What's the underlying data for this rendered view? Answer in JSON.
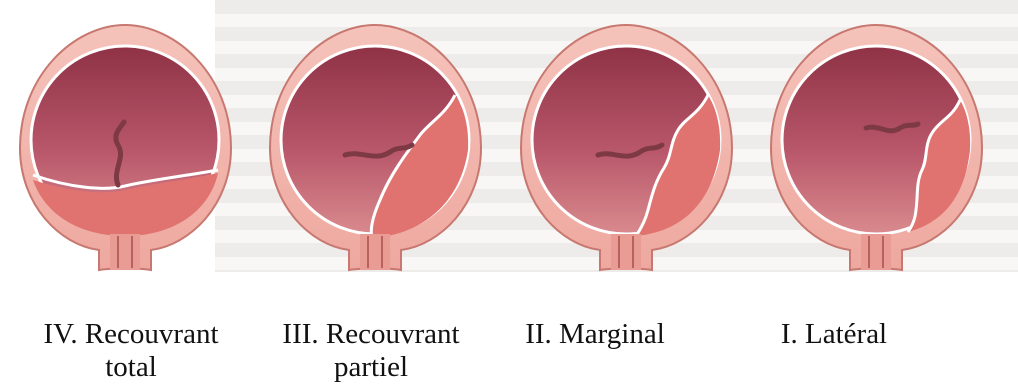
{
  "captions": [
    "IV. Recouvrant total",
    "III. Recouvrant partiel",
    "II. Marginal",
    "I. Latéral"
  ],
  "colors": {
    "uterus_wall": "#f2b5ad",
    "uterus_outline": "#c77870",
    "cavity_dark": "#9d3c4a",
    "cavity_light": "#d98a8d",
    "placenta": "#e07370",
    "membrane_line": "#ffffff"
  }
}
